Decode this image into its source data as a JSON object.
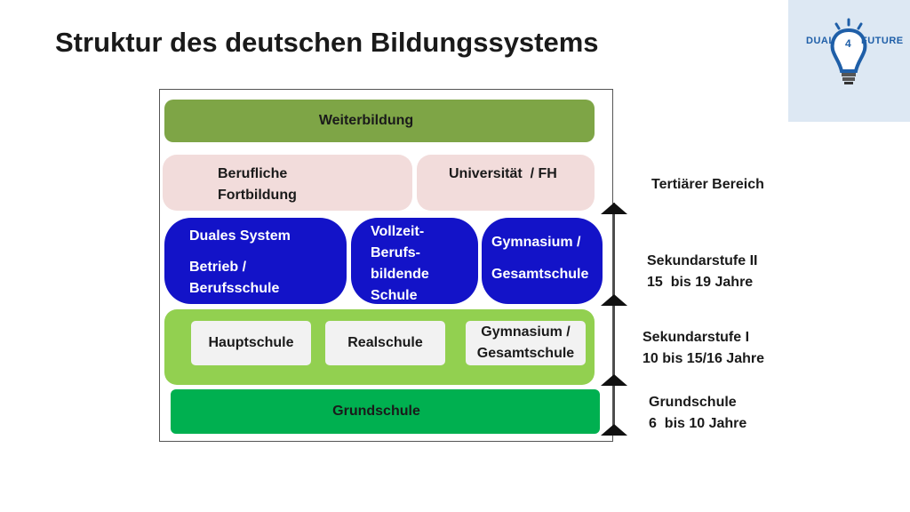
{
  "title": "Struktur des deutschen Bildungssystems",
  "logo": {
    "word_left": "DUAL",
    "word_right": "FUTURE",
    "digit": "4",
    "colors": {
      "background": "#dde8f3",
      "accent": "#1f5fa8"
    }
  },
  "boxes": {
    "weiterbildung": "Weiterbildung",
    "berufliche_fortbildung": [
      "Berufliche",
      "Fortbildung"
    ],
    "universitaet": "Universität  / FH",
    "duales_system": {
      "line1": "Duales System",
      "line2": "Betrieb /",
      "line3": "Berufsschule"
    },
    "vollzeit": [
      "Vollzeit-",
      "Berufs-",
      "bildende",
      "Schule"
    ],
    "gymnasium_sek2": {
      "line1": "Gymnasium /",
      "line2": "Gesamtschule"
    },
    "hauptschule": "Hauptschule",
    "realschule": "Realschule",
    "gymnasium_sek1": [
      "Gymnasium /",
      "Gesamtschule"
    ],
    "grundschule": "Grundschule"
  },
  "levels": {
    "tertiaer": "Tertiärer Bereich",
    "sek2": [
      "Sekundarstufe II",
      "15  bis 19 Jahre"
    ],
    "sek1": [
      "Sekundarstufe I",
      "10 bis 15/16 Jahre"
    ],
    "grund": [
      "Grundschule",
      "6  bis 10 Jahre"
    ]
  },
  "colors": {
    "weiterbildung": "#7ea546",
    "pink": "#f2dcdb",
    "blue": "#1313c8",
    "light_green": "#92d050",
    "green": "#00b050",
    "white_box": "#f2f2f2"
  }
}
